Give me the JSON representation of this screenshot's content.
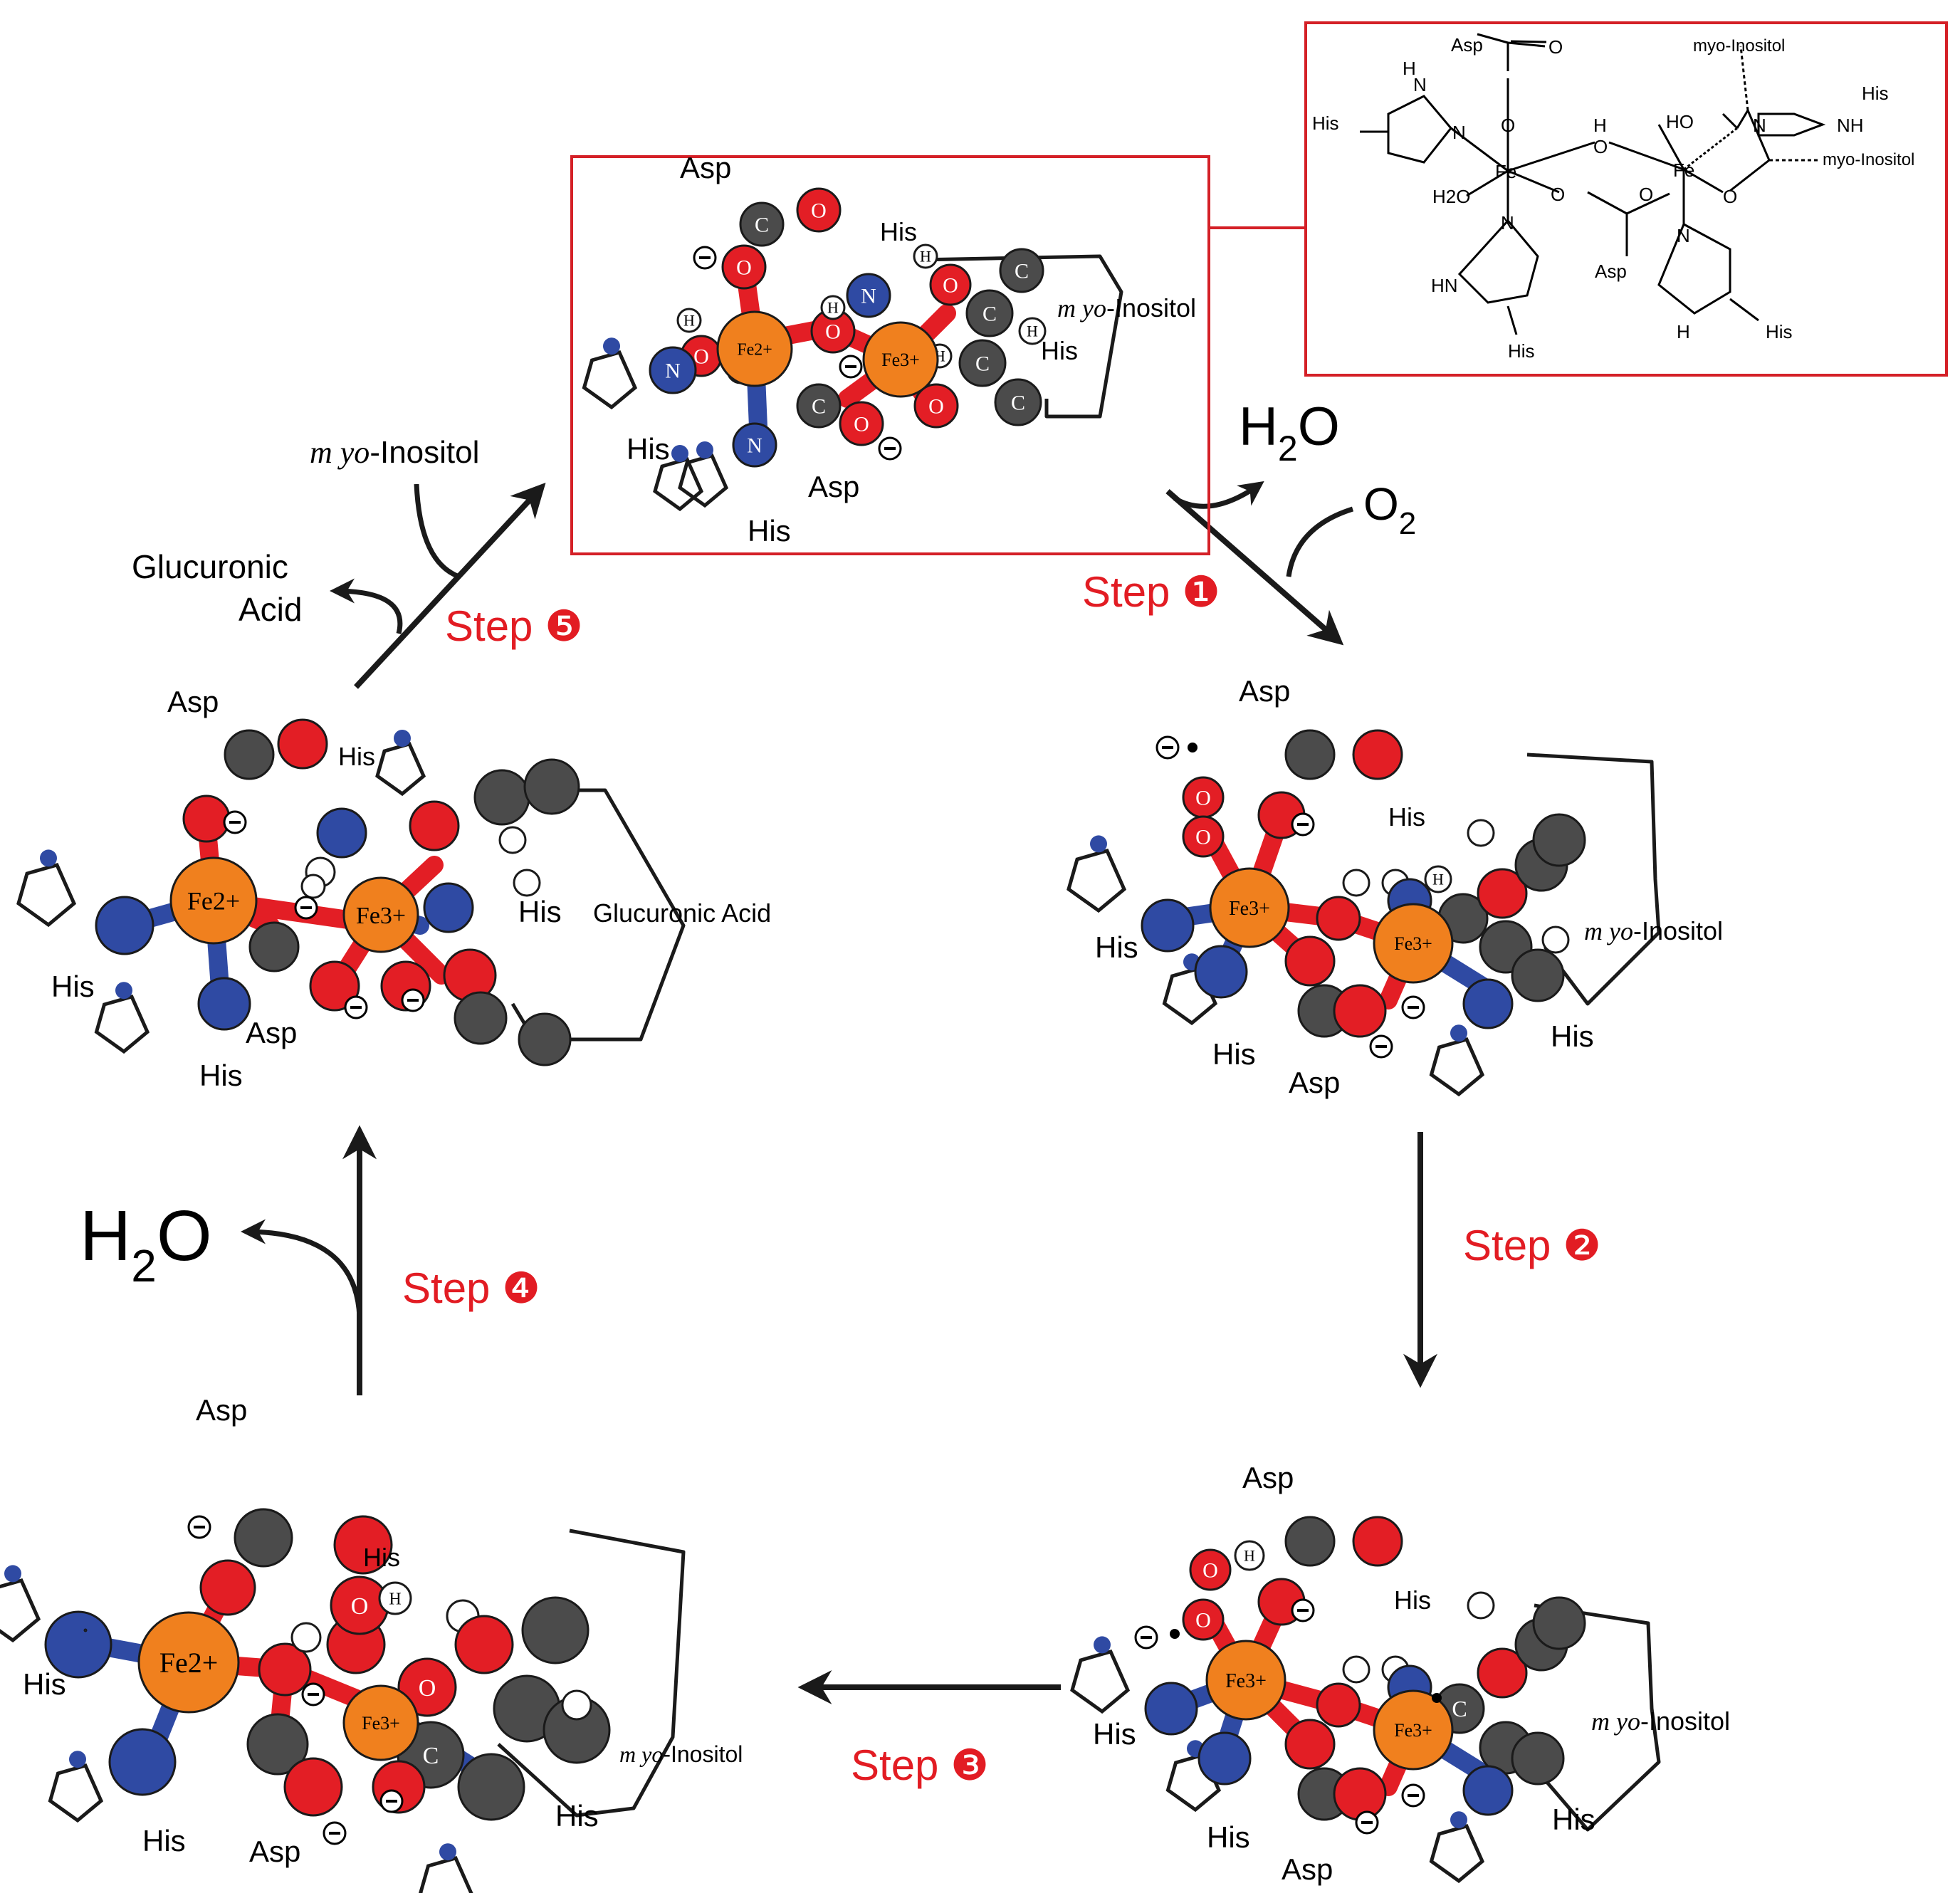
{
  "colors": {
    "iron": "#f0801e",
    "oxygen": "#e31e25",
    "nitrogen": "#2f4aa3",
    "carbon": "#4b4b4b",
    "hydrogen": "#ffffff",
    "highlight_box": "#d42027",
    "step_text": "#e21c23"
  },
  "steps": {
    "s1": "Step ❶",
    "s2": "Step ❷",
    "s3": "Step ❸",
    "s4": "Step ❹",
    "s5": "Step ❺"
  },
  "species": {
    "h2o_1": "H2O",
    "o2": "O2",
    "h2o_4": "H2O",
    "myo_in": "myo-Inositol",
    "glucuronic_out": "Glucuronic Acid"
  },
  "residue_labels": {
    "asp": "Asp",
    "his": "His",
    "myo": "myo-Inositol",
    "glucuronic": "Glucuronic Acid"
  },
  "atom_labels": {
    "fe": "Fe",
    "fe2": "Fe2+",
    "fe3": "Fe3+",
    "o": "O",
    "n": "N",
    "c": "C",
    "h": "H",
    "charge": "⊖"
  },
  "inset_labels": {
    "asp": "Asp",
    "his": "His",
    "myo": "myo-Inositol",
    "ho": "HO",
    "h2o": "H2O",
    "h": "H",
    "o": "O",
    "n": "N",
    "nh": "NH",
    "hn": "HN",
    "fe": "Fe"
  }
}
